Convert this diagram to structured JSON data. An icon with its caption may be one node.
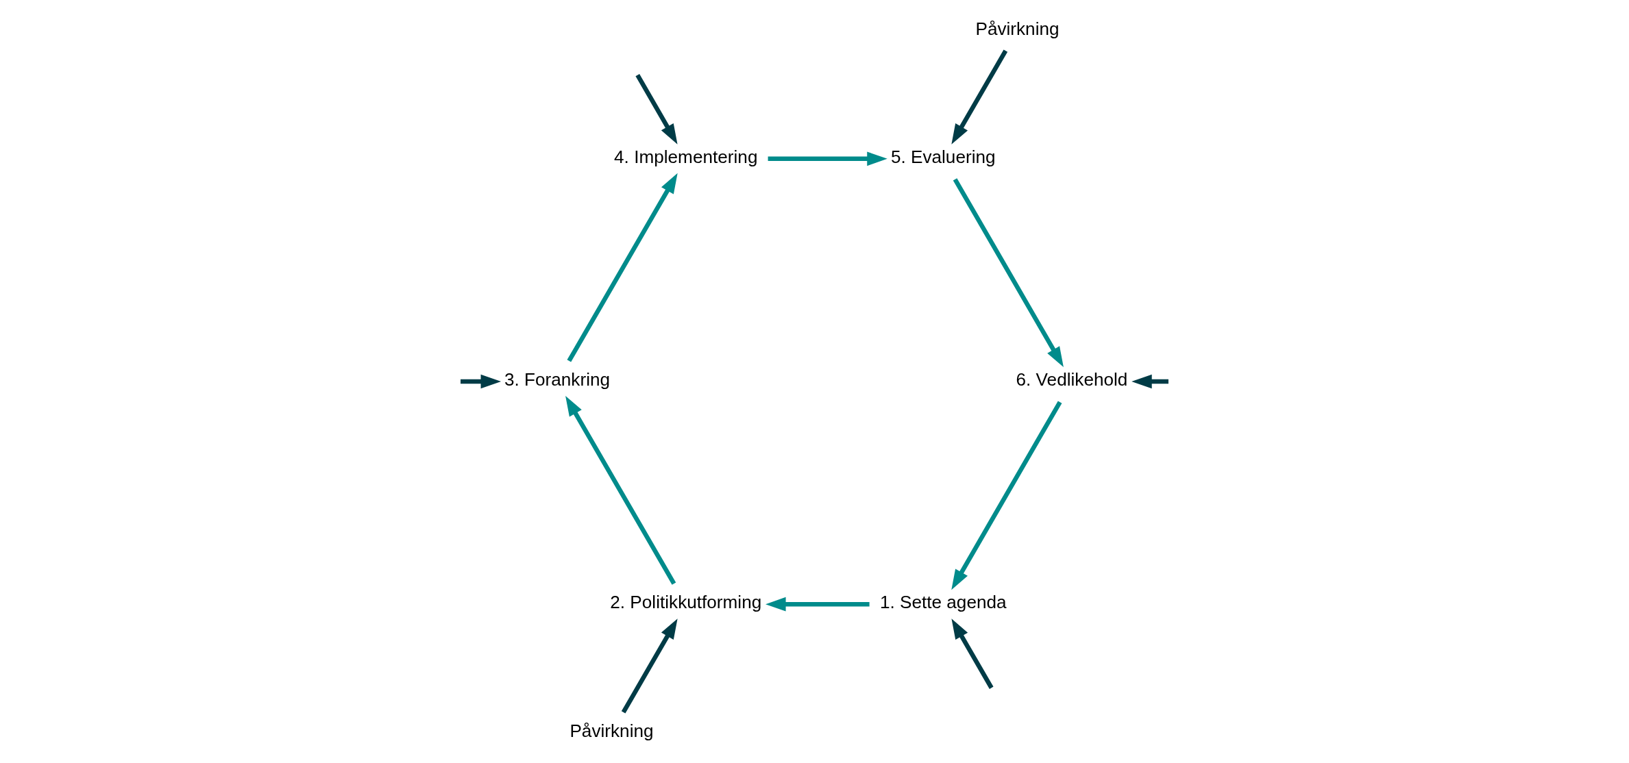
{
  "diagram": {
    "nodes": [
      {
        "text": [
          "1. Sette agenda"
        ]
      },
      {
        "text": [
          "2. Politikkutforming"
        ]
      },
      {
        "text": [
          "3. Forankring"
        ]
      },
      {
        "text": [
          "4. Implementering"
        ]
      },
      {
        "text": [
          "5. Evaluering"
        ]
      },
      {
        "text": [
          "6. Vedlikehold"
        ]
      },
      {
        "text": [
          "Påvirkning"
        ]
      },
      {
        "text": [
          "Påvirkning"
        ]
      }
    ],
    "edges": [
      {
        "from": 0,
        "to": 1,
        "arrow": "to",
        "color": "#008b8b"
      },
      {
        "from": 1,
        "to": 2,
        "arrow": "to",
        "color": "#008b8b"
      },
      {
        "from": 2,
        "to": 3,
        "arrow": "to",
        "color": "#008b8b"
      },
      {
        "from": 3,
        "to": 4,
        "arrow": "to",
        "color": "#008b8b"
      },
      {
        "from": 4,
        "to": 5,
        "arrow": "to",
        "color": "#008b8b"
      },
      {
        "from": 5,
        "to": 0,
        "arrow": "to",
        "color": "#008b8b"
      },
      {
        "from": null,
        "to": 5,
        "arrow": "to",
        "color": "#003b46"
      },
      {
        "from": null,
        "to": 0,
        "arrow": "to",
        "color": "#003b46"
      },
      {
        "from": 6,
        "to": 4,
        "arrow": "to",
        "color": "#003b46"
      },
      {
        "from": 7,
        "to": 1,
        "arrow": "to",
        "color": "#003b46"
      },
      {
        "from": null,
        "to": 3,
        "arrow": "to",
        "color": "#003b46"
      },
      {
        "from": null,
        "to": 2,
        "arrow": "to",
        "color": "#003b46"
      }
    ]
  }
}
